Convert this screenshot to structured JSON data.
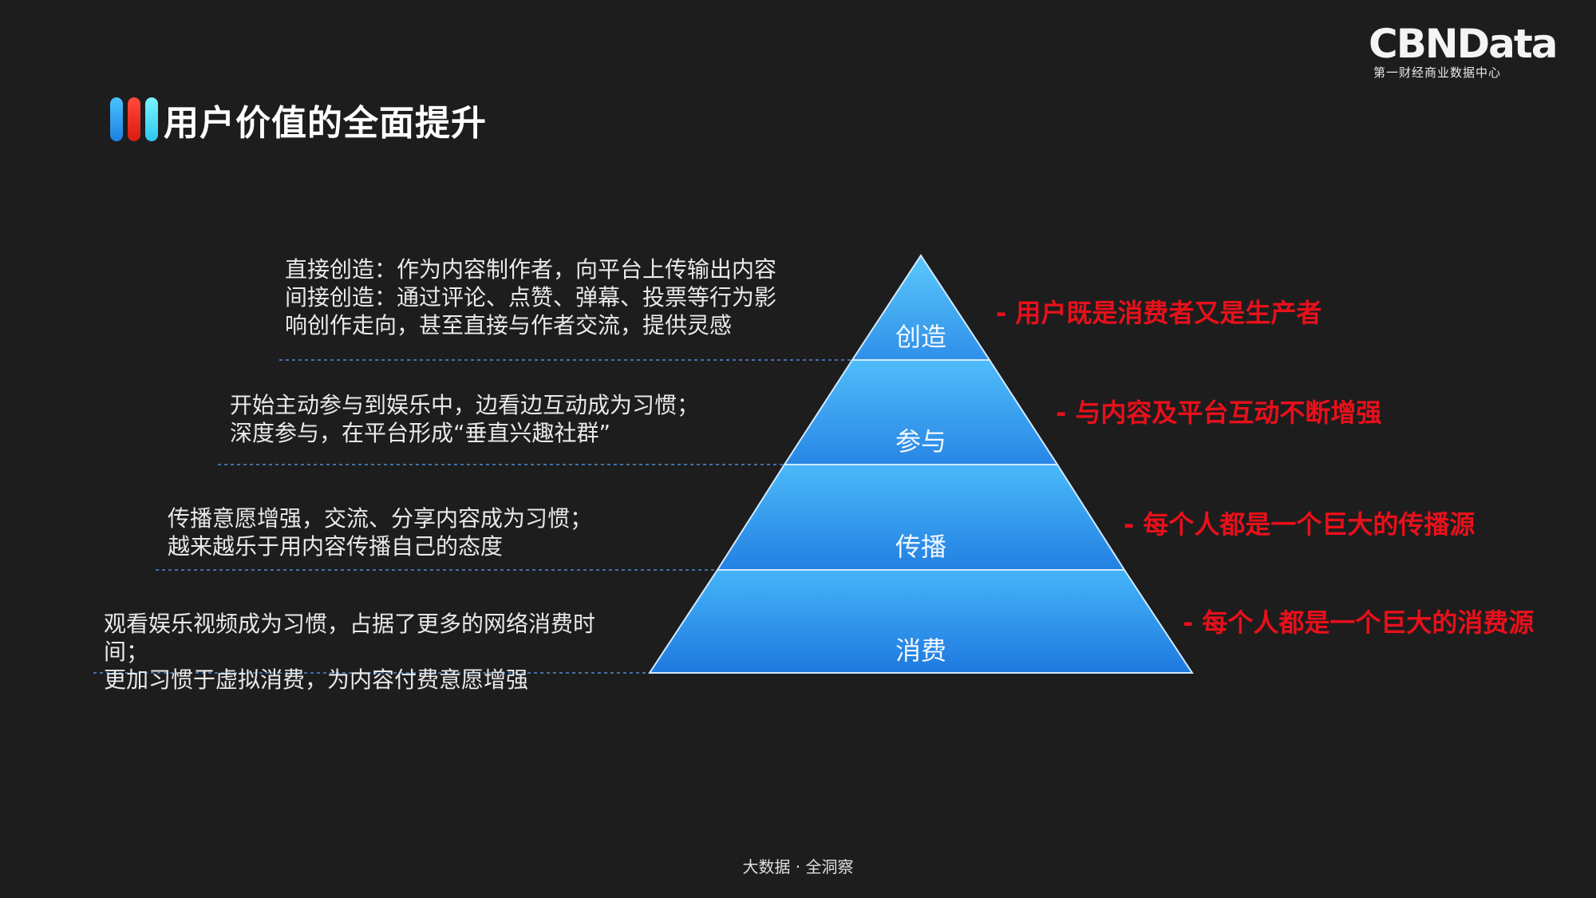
{
  "logo": {
    "main": "CBNData",
    "sub": "第一财经商业数据中心"
  },
  "page_title": "用户价值的全面提升",
  "colors": {
    "accent_red": "#e8101a",
    "pyramid_top": "#5bc4fb",
    "pyramid_bottom": "#1f7fe2",
    "background": "#1d1d1e"
  },
  "pyramid": {
    "levels": [
      {
        "name": "创造",
        "description": [
          "直接创造：作为内容制作者，向平台上传输出内容",
          "间接创造：通过评论、点赞、弹幕、投票等行为影",
          "响创作走向，甚至直接与作者交流，提供灵感"
        ],
        "tagline": "- 用户既是消费者又是生产者"
      },
      {
        "name": "参与",
        "description": [
          "开始主动参与到娱乐中，边看边互动成为习惯；",
          "深度参与，在平台形成“垂直兴趣社群”"
        ],
        "tagline": "- 与内容及平台互动不断增强"
      },
      {
        "name": "传播",
        "description": [
          "传播意愿增强，交流、分享内容成为习惯；",
          "越来越乐于用内容传播自己的态度"
        ],
        "tagline": "- 每个人都是一个巨大的传播源"
      },
      {
        "name": "消费",
        "description": [
          "观看娱乐视频成为习惯，占据了更多的网络消费时",
          "间；",
          "更加习惯于虚拟消费，为内容付费意愿增强"
        ],
        "tagline": "- 每个人都是一个巨大的消费源"
      }
    ]
  },
  "footer": "大数据 · 全洞察"
}
